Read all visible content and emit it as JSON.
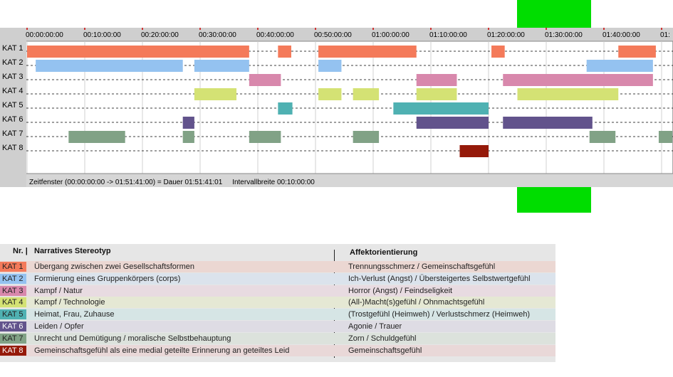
{
  "chart_data": {
    "type": "timeline",
    "time_ticks": [
      "00:00:00:00",
      "00:10:00:00",
      "00:20:00:00",
      "00:30:00:00",
      "00:40:00:00",
      "00:50:00:00",
      "01:00:00:00",
      "01:10:00:00",
      "01:20:00:00",
      "01:30:00:00",
      "01:40:00:00",
      "01:"
    ],
    "xlim_minutes": [
      0,
      111.68
    ],
    "tick_step_minutes": 10,
    "highlight_minutes": [
      84,
      96.8
    ],
    "grid": true,
    "categories": [
      {
        "label": "KAT 1",
        "color": "#f47a5a",
        "segments": [
          [
            0,
            38.5
          ],
          [
            43.5,
            45.8
          ],
          [
            50.5,
            67.5
          ],
          [
            80.5,
            82.8
          ],
          [
            102.5,
            109
          ]
        ]
      },
      {
        "label": "KAT 2",
        "color": "#94c2f0",
        "segments": [
          [
            1.5,
            27
          ],
          [
            29,
            38.5
          ],
          [
            50.5,
            54.5
          ],
          [
            97,
            108.5
          ]
        ]
      },
      {
        "label": "KAT 3",
        "color": "#d888ac",
        "segments": [
          [
            38.5,
            44
          ],
          [
            67.5,
            74.5
          ],
          [
            82.5,
            108.5
          ]
        ]
      },
      {
        "label": "KAT 4",
        "color": "#d4e274",
        "segments": [
          [
            29,
            36.3
          ],
          [
            50.5,
            54.5
          ],
          [
            56.5,
            61
          ],
          [
            67.5,
            74.5
          ],
          [
            85,
            102.5
          ]
        ]
      },
      {
        "label": "KAT 5",
        "color": "#4fb1b2",
        "segments": [
          [
            43.5,
            46
          ],
          [
            63.5,
            80
          ]
        ]
      },
      {
        "label": "KAT 6",
        "color": "#62538c",
        "segments": [
          [
            27,
            29
          ],
          [
            67.5,
            80
          ],
          [
            82.5,
            98
          ]
        ]
      },
      {
        "label": "KAT 7",
        "color": "#81a286",
        "segments": [
          [
            7.2,
            17
          ],
          [
            27,
            29
          ],
          [
            38.5,
            44
          ],
          [
            56.5,
            61
          ],
          [
            97.5,
            102
          ],
          [
            109.5,
            112
          ]
        ]
      },
      {
        "label": "KAT 8",
        "color": "#951a0a",
        "segments": [
          [
            75,
            80
          ]
        ]
      }
    ]
  },
  "status_bar": {
    "text": "Zeitfenster (00:00:00:00 -> 01:51:41:00) = Dauer 01:51:41:01     Intervallbreite 00:10:00:00"
  },
  "legend": {
    "header_nr": "Nr. |",
    "header_stereotype": "Narratives Stereotyp",
    "header_affect": "Affektorientierung",
    "rows": [
      {
        "tag": "KAT 1",
        "tag_color": "#f47a5a",
        "bg": "#ebd7d2",
        "text_color": "#222222",
        "stereotype": "Übergang zwischen zwei Gesellschaftsformen",
        "affect": "Trennungsschmerz / Gemeinschaftsgefühl"
      },
      {
        "tag": "KAT 2",
        "tag_color": "#94c2f0",
        "bg": "#dbe3ec",
        "text_color": "#222222",
        "stereotype": "Formierung eines Gruppenkörpers (corps)",
        "affect": "Ich-Verlust (Angst) / Übersteigertes Selbstwertgefühl"
      },
      {
        "tag": "KAT 3",
        "tag_color": "#d888ac",
        "bg": "#e8dbe1",
        "text_color": "#222222",
        "stereotype": "Kampf / Natur",
        "affect": "Horror (Angst) / Feindseligkeit"
      },
      {
        "tag": "KAT 4",
        "tag_color": "#d4e274",
        "bg": "#e5e8d4",
        "text_color": "#222222",
        "stereotype": "Kampf / Technologie",
        "affect": "(All-)Macht(s)gefühl / Ohnmachtsgefühl"
      },
      {
        "tag": "KAT 5",
        "tag_color": "#4fb1b2",
        "bg": "#d6e5e5",
        "text_color": "#222222",
        "stereotype": "Heimat, Frau, Zuhause",
        "affect": "(Trostgefühl (Heimweh) / Verlustschmerz (Heimweh)"
      },
      {
        "tag": "KAT 6",
        "tag_color": "#62538c",
        "bg": "#dedce4",
        "text_color": "#ffffff",
        "stereotype": "Leiden / Opfer",
        "affect": "Agonie / Trauer"
      },
      {
        "tag": "KAT 7",
        "tag_color": "#81a286",
        "bg": "#dce2dc",
        "text_color": "#222222",
        "stereotype": "Unrecht und Demütigung / moralische Selbstbehauptung",
        "affect": "Zorn / Schuldgefühl"
      },
      {
        "tag": "KAT 8",
        "tag_color": "#951a0a",
        "bg": "#e9d8d8",
        "text_color": "#ffffff",
        "stereotype": "Gemeinschaftsgefühl als eine medial geteilte Erinnerung an geteiltes Leid",
        "affect": "Gemeinschaftsgefühl"
      }
    ]
  }
}
